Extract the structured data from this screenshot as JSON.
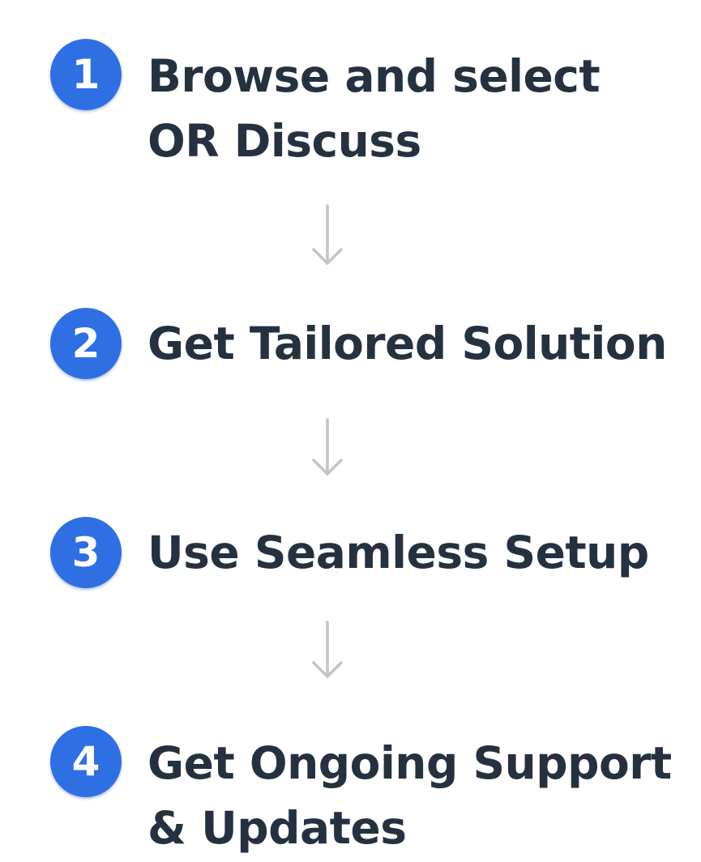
{
  "steps": [
    {
      "number": "1",
      "label": "Browse and select\nOR Discuss"
    },
    {
      "number": "2",
      "label": "Get Tailored Solution"
    },
    {
      "number": "3",
      "label": "Use Seamless Setup"
    },
    {
      "number": "4",
      "label": "Get Ongoing Support\n& Updates"
    }
  ],
  "icons": {
    "arrow": "arrow-down-icon"
  },
  "colors": {
    "badge": "#2f6fe4",
    "text": "#263140",
    "arrow": "#c4c4c4"
  }
}
